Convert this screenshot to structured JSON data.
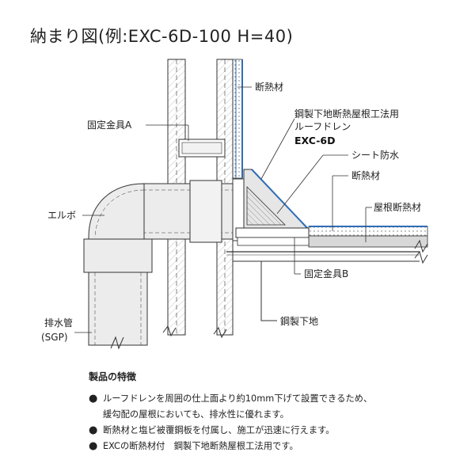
{
  "title": "納まり図(例:EXC-6D-100 H=40)",
  "labels": {
    "insulation_top": "断熱材",
    "product_line1": "鋼製下地断熱屋根工法用",
    "product_line2": "ルーフドレン",
    "model": "EXC-6D",
    "bracket_a": "固定金具A",
    "sheet": "シート防水",
    "insulation_mid": "断熱材",
    "roof_insulation": "屋根断熱材",
    "elbow": "エルボ",
    "bracket_b": "固定金具B",
    "drain_pipe_line1": "排水管",
    "drain_pipe_line2": "(SGP)",
    "steel_base": "鋼製下地"
  },
  "features": {
    "heading": "製品の特徴",
    "bullet": "●",
    "items": [
      "ルーフドレンを周囲の仕上面より約10mm下げて設置できるため、\n緩勾配の屋根においても、排水性に優れます。",
      "断熱材と塩ビ被覆鋼板を付属し、施工が迅速に行えます。",
      "EXCの断熱材付　鋼製下地断熱屋根工法用です。"
    ]
  },
  "colors": {
    "line": "#333333",
    "wall_hatch": "#888888",
    "pipe_fill": "#ececec",
    "insulation_fill": "#e4e4e4",
    "membrane_blue": "#2f6db5",
    "concrete_fill": "#d8d8d8"
  }
}
